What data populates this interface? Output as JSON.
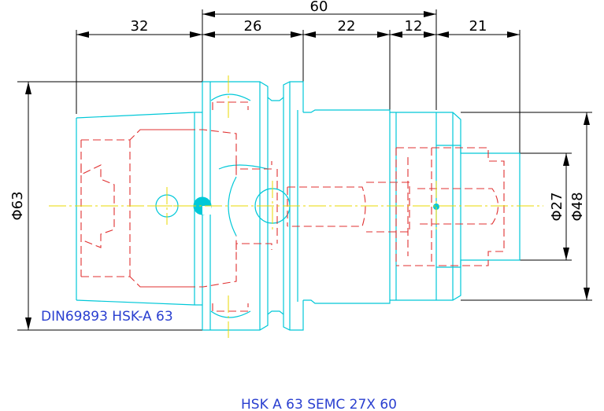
{
  "dimensions": {
    "overall_length": "60",
    "seg_taper": "32",
    "seg_flange": "26",
    "seg_body": "22",
    "seg_clamp": "12",
    "seg_bore_depth": "21",
    "dia_flange": "Φ63",
    "dia_bore": "Φ27",
    "dia_body": "Φ48"
  },
  "labels": {
    "standard": "DIN69893 HSK-A 63",
    "title": "HSK A 63 SEMC 27X 60"
  },
  "colors": {
    "outline": "#00c8d8",
    "hidden": "#e03030",
    "centerline": "#e8d800",
    "dimension": "#000000",
    "label": "#2a3fd0"
  }
}
